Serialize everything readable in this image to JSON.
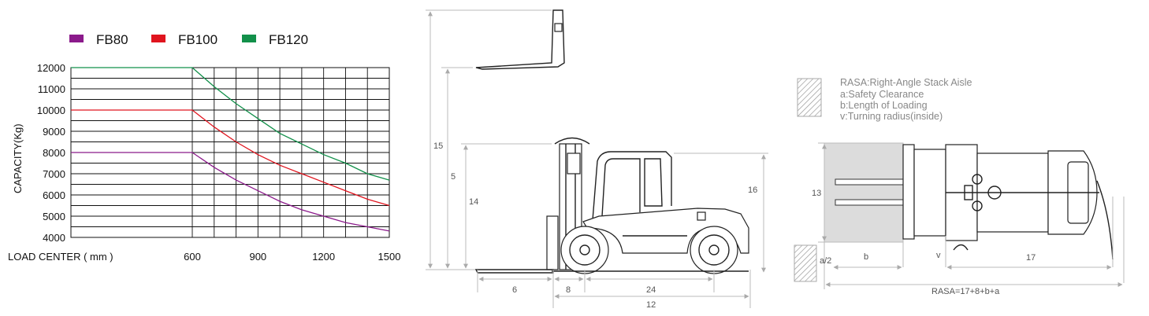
{
  "chart_data": {
    "type": "line",
    "xlabel": "LOAD CENTER ( mm )",
    "ylabel": "CAPACITY(Kg)",
    "xlim": [
      0,
      1500
    ],
    "ylim": [
      4000,
      12000
    ],
    "x_ticks": [
      "600",
      "900",
      "1200",
      "1500"
    ],
    "y_ticks": [
      "4000",
      "5000",
      "6000",
      "7000",
      "8000",
      "9000",
      "10000",
      "11000",
      "12000"
    ],
    "grid": true,
    "legend_position": "top",
    "series": [
      {
        "name": "FB80",
        "color": "#8b1a8b",
        "x": [
          0,
          600,
          700,
          800,
          900,
          1000,
          1100,
          1200,
          1300,
          1400,
          1500
        ],
        "y": [
          8000,
          8000,
          7300,
          6700,
          6200,
          5700,
          5300,
          5000,
          4700,
          4500,
          4300
        ]
      },
      {
        "name": "FB100",
        "color": "#e0141e",
        "x": [
          0,
          600,
          700,
          800,
          900,
          1000,
          1100,
          1200,
          1300,
          1400,
          1500
        ],
        "y": [
          10000,
          10000,
          9200,
          8500,
          7900,
          7400,
          7000,
          6600,
          6200,
          5800,
          5500
        ]
      },
      {
        "name": "FB120",
        "color": "#12904a",
        "x": [
          0,
          600,
          700,
          800,
          900,
          1000,
          1100,
          1200,
          1300,
          1400,
          1500
        ],
        "y": [
          12000,
          12000,
          11100,
          10300,
          9600,
          8900,
          8400,
          7900,
          7500,
          7000,
          6700
        ]
      }
    ]
  },
  "dimensions": {
    "d15": "15",
    "d5": "5",
    "d14": "14",
    "d16": "16",
    "d6": "6",
    "d8": "8",
    "d24": "24",
    "d12": "12",
    "d13": "13",
    "db": "b",
    "dv": "v",
    "d17": "17",
    "da2": "a/2",
    "rasa_formula": "RASA=17+8+b+a"
  },
  "legend_notes": {
    "line1": "RASA:Right-Angle Stack Aisle",
    "line2": "a:Safety Clearance",
    "line3": "b:Length of Loading",
    "line4": "v:Turning radius(inside)"
  }
}
